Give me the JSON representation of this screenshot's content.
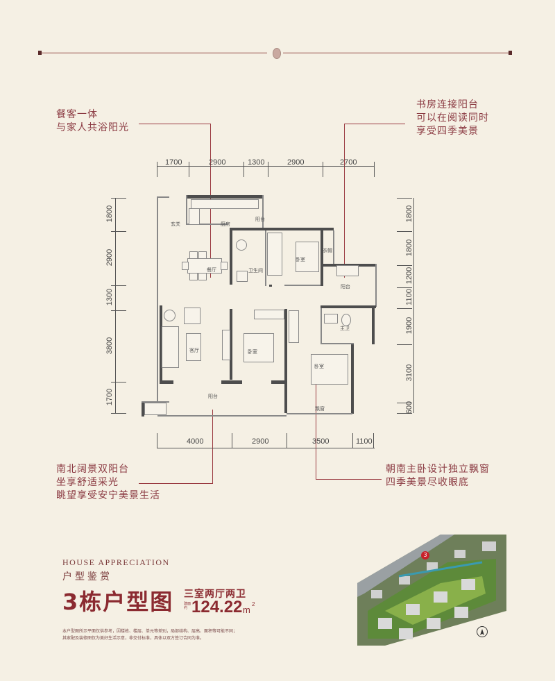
{
  "header": {
    "divider_emblem": "medallion-icon"
  },
  "callouts": {
    "top_left": [
      "餐客一体",
      "与家人共浴阳光"
    ],
    "top_right": [
      "书房连接阳台",
      "可以在阅读同时",
      "享受四季美景"
    ],
    "bottom_left": [
      "南北阔景双阳台",
      "坐享舒适采光",
      "眺望享受安宁美景生活"
    ],
    "bottom_right": [
      "朝南主卧设计独立飘窗",
      "四季美景尽收眼底"
    ]
  },
  "dimensions": {
    "top": [
      "1700",
      "2900",
      "1300",
      "2900",
      "2700"
    ],
    "bottom": [
      "4000",
      "2900",
      "3500",
      "1100"
    ],
    "left": [
      "1800",
      "2900",
      "1300",
      "3800",
      "1700"
    ],
    "right": [
      "1800",
      "1800",
      "1200",
      "1100",
      "1900",
      "3100",
      "600"
    ]
  },
  "rooms": {
    "entrance": "玄关",
    "kitchen": "厨房",
    "service_balcony": "阳台",
    "dining": "餐厅",
    "bathroom": "卫生间",
    "bedroom_north": "卧室",
    "closet": "衣帽",
    "study_balcony": "阳台",
    "living": "客厅",
    "bedroom_middle": "卧室",
    "master_bath": "主卫",
    "master_bedroom": "卧室",
    "balcony_south": "阳台",
    "bay_window": "飘窗"
  },
  "footer": {
    "en_title": "HOUSE APPRECIATION",
    "cn_subtitle": "户型鉴赏",
    "main_title": "3栋户型图",
    "room_type": "三室两厅两卫",
    "area_prefix": "建面约",
    "area_value": "124.22",
    "area_unit": "m",
    "area_sup": "2",
    "disclaimer_lines": [
      "本户型图所示平面仅供参考，因楼栋、楼层、单元等差别，局部结构、层高、面积等可能不同；",
      "其家配及装修图仅为美好生活示意，非交付标准，具体以双方签订合同为准。"
    ]
  },
  "site_map": {
    "building_marker": "3",
    "compass": "north-arrow-icon"
  },
  "colors": {
    "background": "#f5f0e4",
    "accent": "#8b2a30",
    "leader": "#9a3a40"
  }
}
